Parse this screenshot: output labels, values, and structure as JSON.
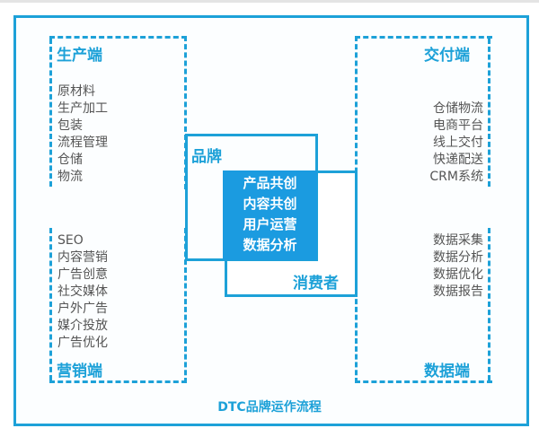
{
  "title": "DTC品牌运作流程",
  "production": {
    "label": "生产端",
    "items": [
      "原材料",
      "生产加工",
      "包装",
      "流程管理",
      "仓储",
      "物流"
    ]
  },
  "delivery": {
    "label": "交付端",
    "items": [
      "仓储物流",
      "电商平台",
      "线上交付",
      "快递配送",
      "CRM系统"
    ]
  },
  "marketing": {
    "label": "营销端",
    "items": [
      "SEO",
      "内容营销",
      "广告创意",
      "社交媒体",
      "户外广告",
      "媒介投放",
      "广告优化"
    ]
  },
  "data_end": {
    "label": "数据端",
    "items": [
      "数据采集",
      "数据分析",
      "数据优化",
      "数据报告"
    ]
  },
  "brand": {
    "label": "品牌"
  },
  "consumer": {
    "label": "消费者"
  },
  "core": {
    "items": [
      "产品共创",
      "内容共创",
      "用户运营",
      "数据分析"
    ]
  },
  "colors": {
    "accent": "#1da1d8",
    "fill": "#1b9be0"
  }
}
